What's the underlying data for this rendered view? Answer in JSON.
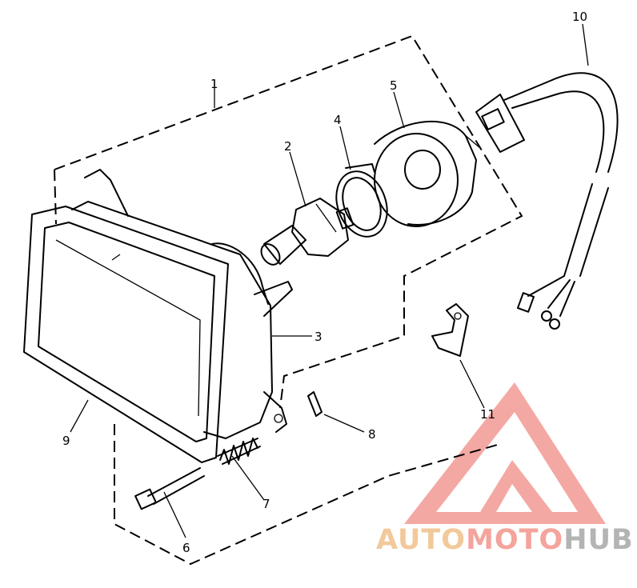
{
  "callouts": [
    "1",
    "2",
    "3",
    "4",
    "5",
    "6",
    "7",
    "8",
    "9",
    "10",
    "11"
  ],
  "watermark": {
    "part1": "AUTO",
    "part2": "MOTO",
    "part3": "HUB",
    "colors": {
      "part1": "#f2c99b",
      "part2": "#f4a49c",
      "part3": "#b4b4b4",
      "triangle": "#f39a94"
    }
  }
}
